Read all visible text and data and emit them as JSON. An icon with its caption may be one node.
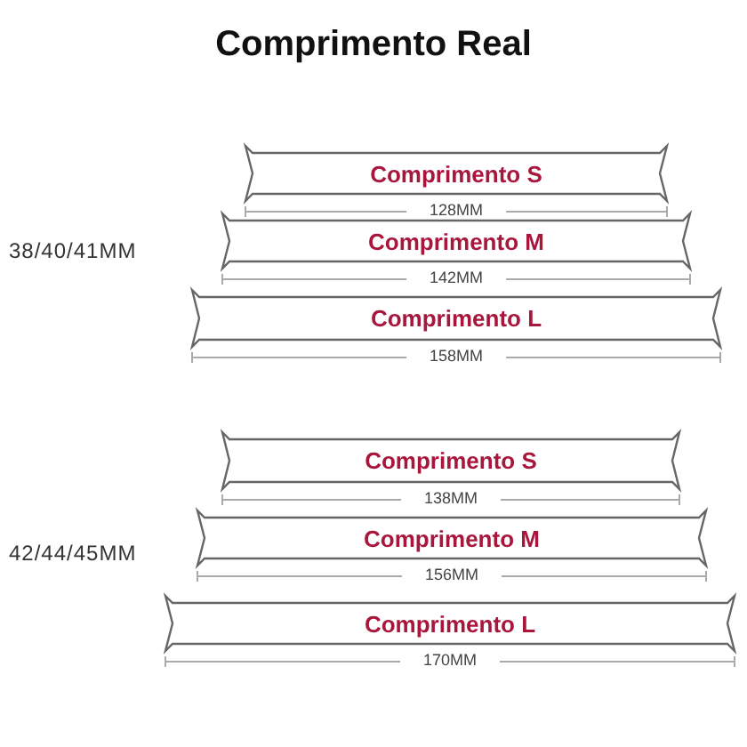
{
  "diagram": {
    "title": "Comprimento Real",
    "nodes": [
      {
        "text": [
          "Comprimento S"
        ],
        "beside": [
          "128MM"
        ]
      },
      {
        "text": [
          "Comprimento M"
        ],
        "beside": [
          "142MM"
        ]
      },
      {
        "text": [
          "Comprimento L"
        ],
        "beside": [
          "158MM"
        ]
      },
      {
        "text": [
          "Comprimento S"
        ],
        "beside": [
          "138MM"
        ]
      },
      {
        "text": [
          "Comprimento M"
        ],
        "beside": [
          "156MM"
        ]
      },
      {
        "text": [
          "Comprimento L"
        ],
        "beside": [
          "170MM"
        ]
      }
    ],
    "labels": [
      "38/40/41MM",
      "42/44/45MM"
    ]
  }
}
